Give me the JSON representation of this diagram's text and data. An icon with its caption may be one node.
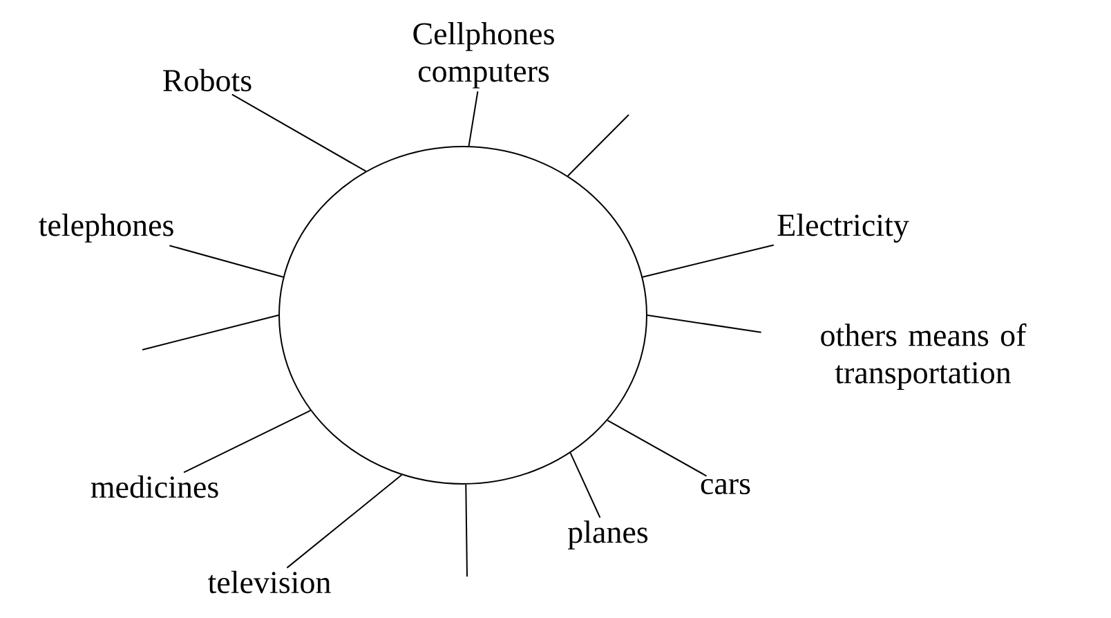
{
  "diagram": {
    "nodes": [
      {
        "text": [],
        "shape": "circle"
      },
      {
        "text": [
          "Cellphones computers"
        ]
      },
      {
        "text": [
          "Robots"
        ]
      },
      {
        "text": [
          "telephones"
        ]
      },
      {
        "text": [
          "Electricity"
        ]
      },
      {
        "text": [
          "others means of transportation"
        ]
      },
      {
        "text": [
          "medicines"
        ]
      },
      {
        "text": [
          "cars"
        ]
      },
      {
        "text": [
          "planes"
        ]
      },
      {
        "text": [
          "television"
        ]
      }
    ],
    "edges": [
      {
        "from": 0,
        "to": 1,
        "arrow": "none"
      },
      {
        "from": 0,
        "to": 2,
        "arrow": "none"
      },
      {
        "from": 0,
        "to": null,
        "arrow": "none"
      },
      {
        "from": 0,
        "to": 3,
        "arrow": "none"
      },
      {
        "from": 0,
        "to": 4,
        "arrow": "none"
      },
      {
        "from": 0,
        "to": null,
        "arrow": "none"
      },
      {
        "from": 0,
        "to": 5,
        "arrow": "none"
      },
      {
        "from": 0,
        "to": 6,
        "arrow": "none"
      },
      {
        "from": 0,
        "to": 7,
        "arrow": "none"
      },
      {
        "from": 0,
        "to": 8,
        "arrow": "none"
      },
      {
        "from": 0,
        "to": 9,
        "arrow": "none"
      },
      {
        "from": 0,
        "to": null,
        "arrow": "none"
      }
    ]
  }
}
